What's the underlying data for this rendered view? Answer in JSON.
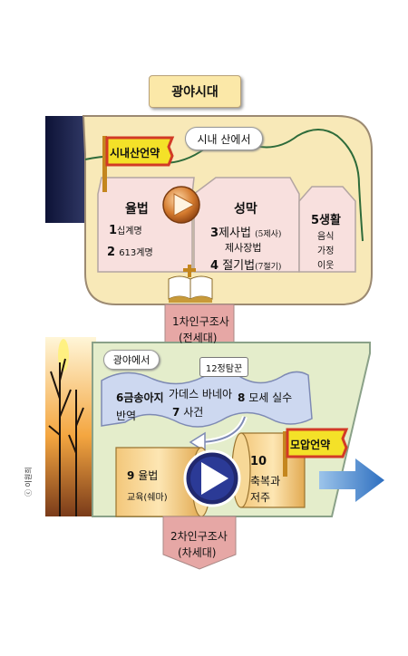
{
  "title": "광야시대",
  "section1": {
    "location": "시내 산에서",
    "covenant_flag": "시내산언약",
    "law": {
      "title": "율법",
      "item1_num": "1",
      "item1_label": "십계명",
      "item2_num": "2",
      "item2_label": "613계명"
    },
    "tabernacle": {
      "title": "성막",
      "item3_num": "3",
      "item3_label": "제사법",
      "item3_note": "(5제사)",
      "item_sub": "제사장법",
      "item4_num": "4",
      "item4_label": "절기법",
      "item4_note": "(7절기)"
    },
    "life": {
      "title": "5생활",
      "lines": [
        "음식",
        "가정",
        "이웃"
      ]
    }
  },
  "census1": {
    "line1": "1차인구조사",
    "line2": "(전세대)"
  },
  "section2": {
    "location": "광야에서",
    "spies_label": "12정탐꾼",
    "wave_items": {
      "a_num": "6",
      "a_text1": "금송아지",
      "a_text2": "반역",
      "b_text1": "가데스 바네아",
      "b_num": "7",
      "b_text2": "사건",
      "c_num": "8",
      "c_text": "모세 실수"
    },
    "scroll_left": {
      "num": "9",
      "label": "율법",
      "sub": "교육(쉐마)"
    },
    "scroll_right": {
      "num": "10",
      "label1": "축복과",
      "label2": "저주"
    },
    "covenant_flag": "모압언약"
  },
  "census2": {
    "line1": "2차인구조사",
    "line2": "(차세대)"
  },
  "photo_credit": "ⓒ 이원희"
}
